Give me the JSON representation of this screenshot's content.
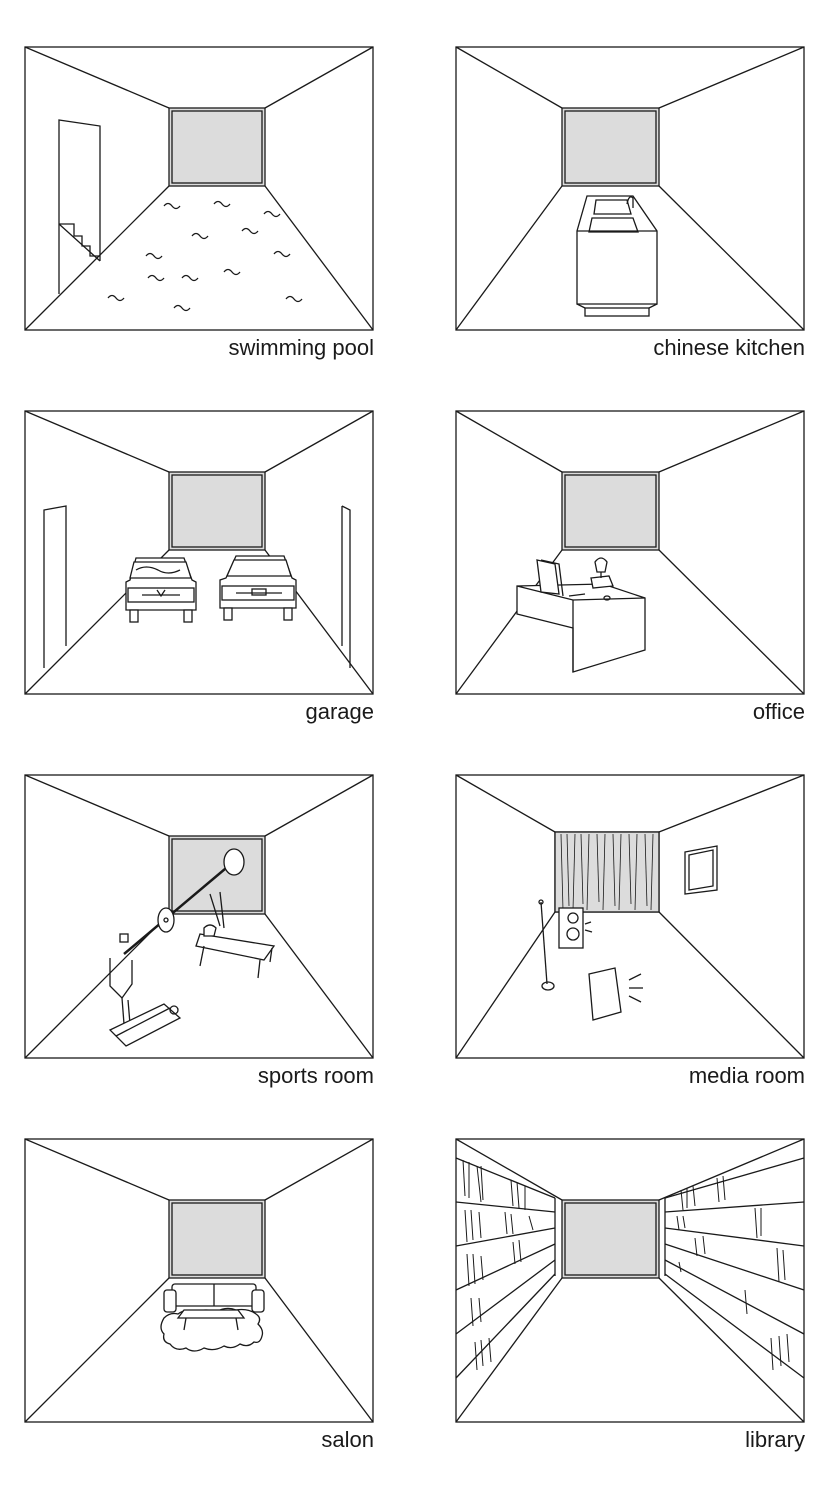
{
  "rooms": [
    {
      "label": "swimming pool",
      "icon": "pool-icon"
    },
    {
      "label": "chinese kitchen",
      "icon": "kitchen-island-icon"
    },
    {
      "label": "garage",
      "icon": "cars-icon"
    },
    {
      "label": "office",
      "icon": "desk-icon"
    },
    {
      "label": "sports room",
      "icon": "gym-equipment-icon"
    },
    {
      "label": "media room",
      "icon": "speakers-icon"
    },
    {
      "label": "salon",
      "icon": "sofa-icon"
    },
    {
      "label": "library",
      "icon": "bookshelves-icon"
    }
  ],
  "colors": {
    "line": "#1a1a1a",
    "back_wall": "#dcdcdc",
    "background": "#ffffff"
  }
}
